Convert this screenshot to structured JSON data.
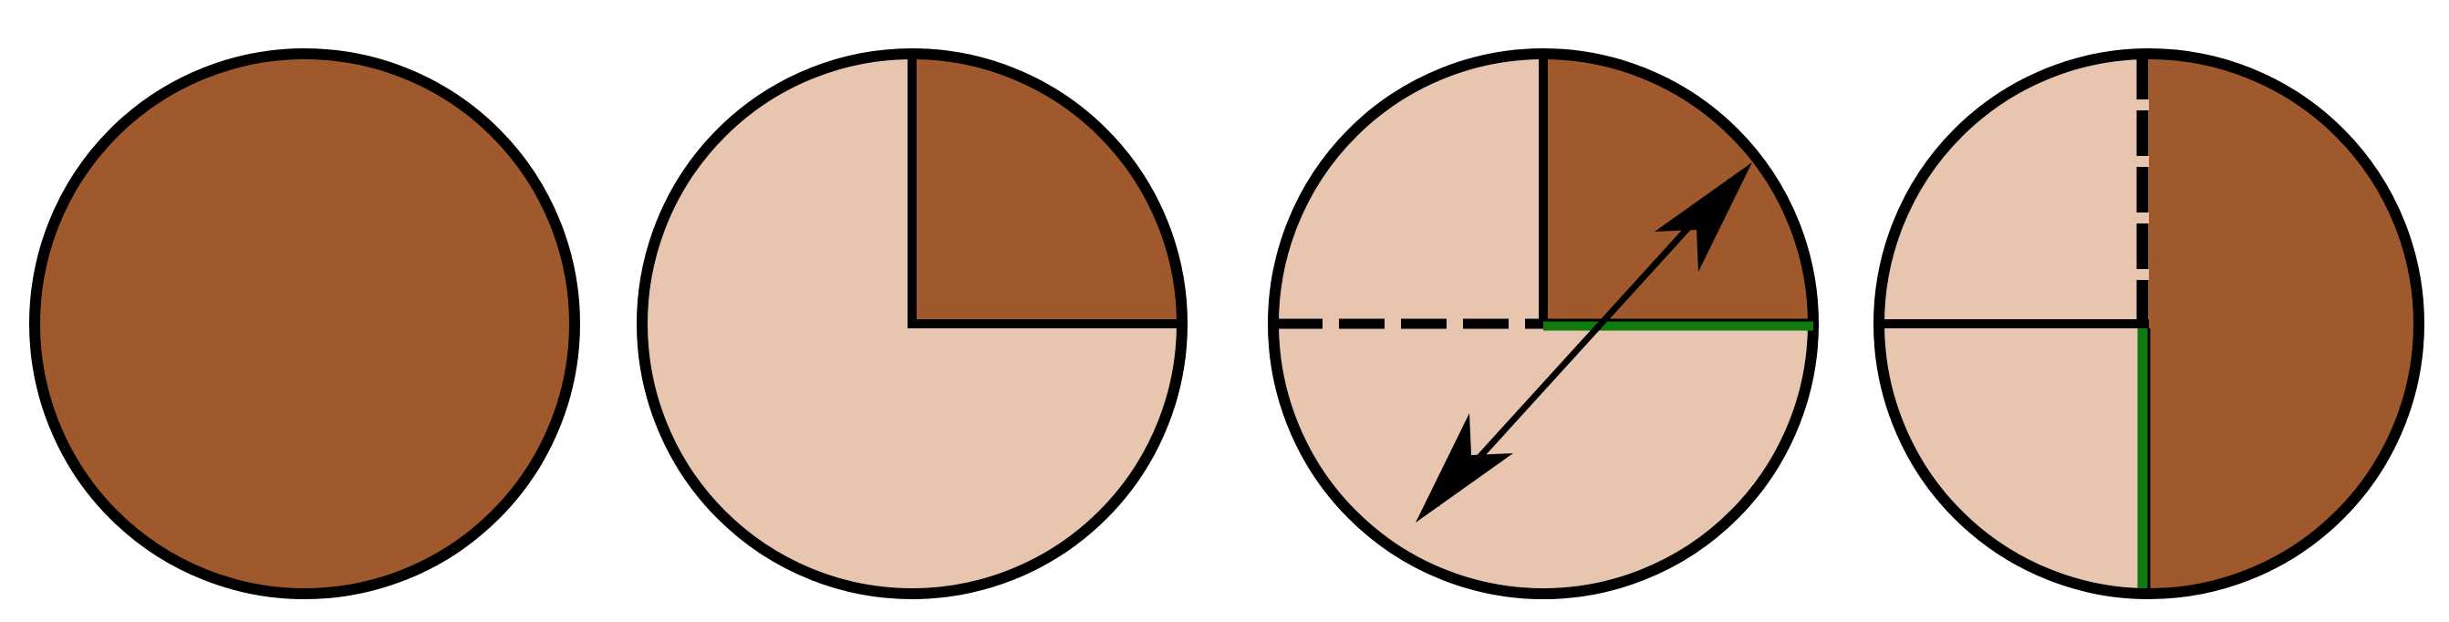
{
  "figure": {
    "description_free": true,
    "circle_count": 4
  },
  "colors": {
    "shaded": "#A0592D",
    "light": "#E8C5AF",
    "outline": "#000000",
    "green": "#0F7A0F",
    "background": "#FFFFFF"
  },
  "panels": [
    {
      "id": "whole-circle",
      "shaded_fraction": 1.0
    },
    {
      "id": "quarter-circle",
      "shaded_fraction": 0.25
    },
    {
      "id": "quarter-with-diameter-arrow",
      "shaded_fraction": 0.25,
      "has_double_arrow": true,
      "dashed_radius": "left",
      "green_radius": "right"
    },
    {
      "id": "half-circle",
      "shaded_fraction": 0.5,
      "dashed_radius": "top",
      "green_radius": "bottom"
    }
  ]
}
